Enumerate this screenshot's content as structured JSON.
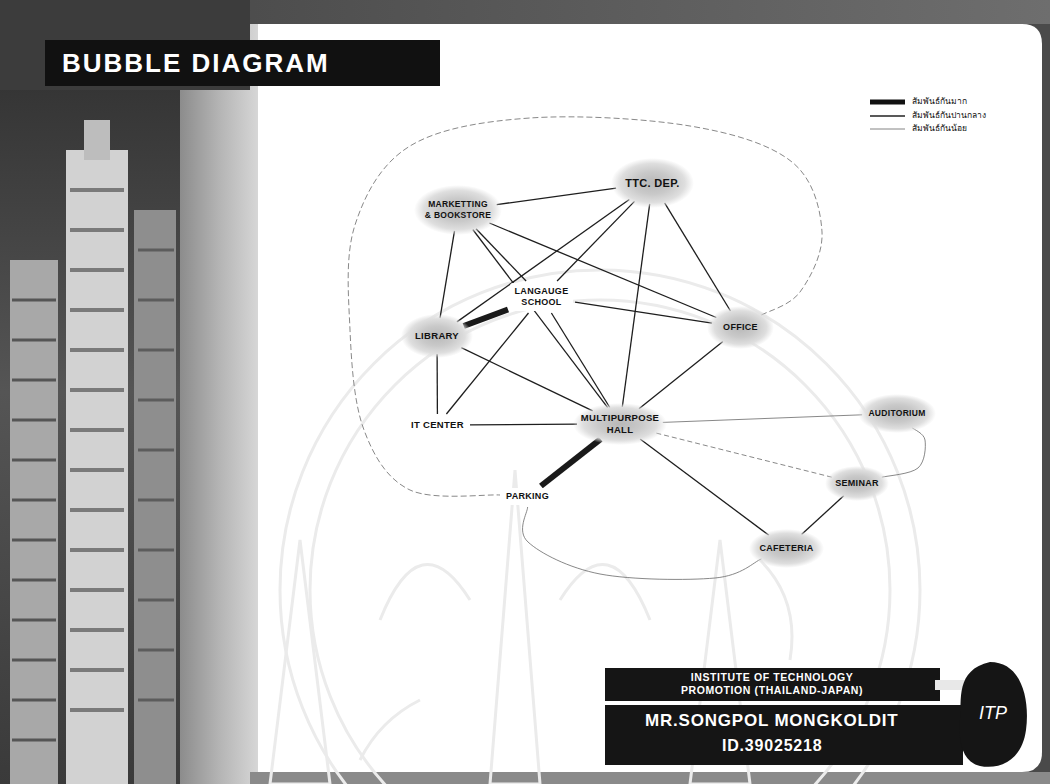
{
  "diagram": {
    "title": "BUBBLE DIAGRAM",
    "nodes": [
      {
        "text": [
          "TTC. DEP."
        ]
      },
      {
        "text": [
          "MARKETTING & BOOKSTORE"
        ]
      },
      {
        "text": [
          "LANGAUGE SCHOOL"
        ]
      },
      {
        "text": [
          "OFFICE"
        ]
      },
      {
        "text": [
          "LIBRARY"
        ]
      },
      {
        "text": [
          "AUDITORIUM"
        ]
      },
      {
        "text": [
          "IT CENTER"
        ]
      },
      {
        "text": [
          "MULTIPURPOSE HALL"
        ]
      },
      {
        "text": [
          "SEMINAR"
        ]
      },
      {
        "text": [
          "PARKING"
        ]
      },
      {
        "text": [
          "CAFETERIA"
        ]
      }
    ],
    "edges": [
      {
        "from": 1,
        "to": 0,
        "arrow": "none"
      },
      {
        "from": 1,
        "to": 4,
        "arrow": "none"
      },
      {
        "from": 1,
        "to": 2,
        "arrow": "none"
      },
      {
        "from": 1,
        "to": 3,
        "arrow": "none"
      },
      {
        "from": 1,
        "to": 7,
        "arrow": "none"
      },
      {
        "from": 0,
        "to": 4,
        "arrow": "none"
      },
      {
        "from": 0,
        "to": 2,
        "arrow": "none"
      },
      {
        "from": 0,
        "to": 7,
        "arrow": "none"
      },
      {
        "from": 0,
        "to": 3,
        "arrow": "none"
      },
      {
        "from": 4,
        "to": 2,
        "arrow": "none"
      },
      {
        "from": 4,
        "to": 6,
        "arrow": "none"
      },
      {
        "from": 4,
        "to": 7,
        "arrow": "none"
      },
      {
        "from": 2,
        "to": 3,
        "arrow": "none"
      },
      {
        "from": 2,
        "to": 6,
        "arrow": "none"
      },
      {
        "from": 2,
        "to": 7,
        "arrow": "none"
      },
      {
        "from": 3,
        "to": 7,
        "arrow": "none"
      },
      {
        "from": 6,
        "to": 7,
        "arrow": "none"
      },
      {
        "from": 7,
        "to": 9,
        "arrow": "none"
      },
      {
        "from": 7,
        "to": 5,
        "arrow": "none"
      },
      {
        "from": 7,
        "to": 8,
        "arrow": "none"
      },
      {
        "from": 7,
        "to": 10,
        "arrow": "none"
      },
      {
        "from": 8,
        "to": 10,
        "arrow": "none"
      },
      {
        "from": 5,
        "to": 8,
        "arrow": "none"
      },
      {
        "from": 3,
        "to": 9,
        "arrow": "none"
      },
      {
        "from": 9,
        "to": 10,
        "arrow": "none"
      }
    ],
    "labels": [
      "INSTITUTE OF TECHNOLOGY PROMOTION (THAILAND-JAPAN)",
      "MR.SONGPOL MONGKOLDIT",
      "ID.39025218",
      "ITP"
    ],
    "legend": [
      {
        "text": "สัมพันธ์กันมาก"
      },
      {
        "text": "สัมพันธ์กันปานกลาง"
      },
      {
        "text": "สัมพันธ์กันน้อย"
      }
    ]
  }
}
